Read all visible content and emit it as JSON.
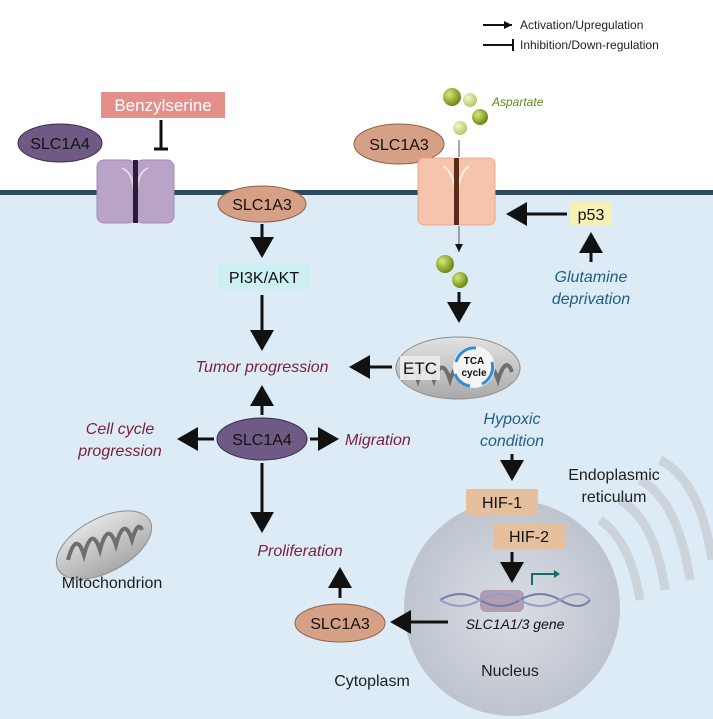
{
  "legend": {
    "activation": "Activation/Upregulation",
    "inhibition": "Inhibition/Down-regulation"
  },
  "labels": {
    "benzylserine": "Benzylserine",
    "slc1a4_top": "SLC1A4",
    "slc1a3_top": "SLC1A3",
    "aspartate": "Aspartate",
    "slc1a3_membrane": "SLC1A3",
    "pi3k_akt": "PI3K/AKT",
    "p53": "p53",
    "glutamine_deprivation_1": "Glutamine",
    "glutamine_deprivation_2": "deprivation",
    "tumor_progression": "Tumor progression",
    "etc": "ETC",
    "tca_1": "TCA",
    "tca_2": "cycle",
    "cell_cycle_1": "Cell cycle",
    "cell_cycle_2": "progression",
    "slc1a4_center": "SLC1A4",
    "migration": "Migration",
    "hypoxic_1": "Hypoxic",
    "hypoxic_2": "condition",
    "er_1": "Endoplasmic",
    "er_2": "reticulum",
    "hif1": "HIF-1",
    "hif2": "HIF-2",
    "proliferation": "Proliferation",
    "mitochondrion": "Mitochondrion",
    "slc1a3_bottom": "SLC1A3",
    "gene": "SLC1A1/3 gene",
    "nucleus": "Nucleus",
    "cytoplasm": "Cytoplasm"
  },
  "colors": {
    "cytoplasm_bg": "#dcebf5",
    "membrane": "#2f4a5c",
    "activation": "#111111",
    "purple_transporter": "#b9a3c6",
    "peach_transporter": "#f6c3ad",
    "slc1a4_fill": "#6f5a86",
    "slc1a3_fill": "#d5a085",
    "pi3k_box": "#cdeff1",
    "p53_box": "#f6f0b4",
    "benzylserine_box": "#e48f8a",
    "hif_box": "#e6bf9f",
    "nucleus_fill": "#c9ccd4",
    "aspartate_green": "#8ea82b",
    "red_text": "#7a1f3d",
    "blue_text": "#1f5f86"
  },
  "icons": {
    "activation_arrow": "arrow-right-icon",
    "inhibition_bar": "tee-bar-icon",
    "dna": "dna-helix-icon",
    "mitochondrion": "mitochondrion-icon",
    "er": "endoplasmic-reticulum-icon"
  }
}
